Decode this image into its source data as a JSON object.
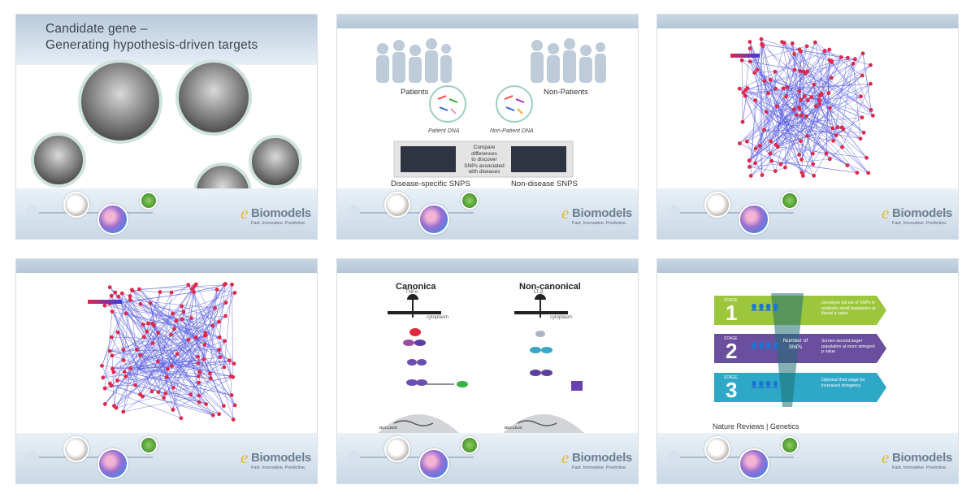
{
  "slide1": {
    "title_line1": "Candidate gene –",
    "title_line2": "Generating hypothesis-driven targets"
  },
  "slide2": {
    "patients_label": "Patients",
    "nonpatients_label": "Non-Patients",
    "patient_dna": "Patient DNA",
    "nonpatient_dna": "Non-Patient DNA",
    "compare_text": [
      "Compare",
      "differences",
      "to discover",
      "SNPs associated",
      "with diseases"
    ],
    "caption_left": "Disease-specific SNPS",
    "caption_right": "Non-disease SNPS"
  },
  "slide5": {
    "title_left": "Canonica",
    "title_right": "Non-canonical",
    "receptor_left": "TNFα",
    "receptor_right": "LT-β",
    "cytoplasm": "cytoplasm",
    "nucleus": "NUCLEUS"
  },
  "slide6": {
    "stage_word": "STAGE",
    "stages": [
      {
        "num": "1",
        "text": "Genotype full set of SNPs in relatively small population at liberal p value",
        "color": "#9cc63b"
      },
      {
        "num": "2",
        "text": "Screen second,larger population at more stringent p value",
        "color": "#6a4f9e"
      },
      {
        "num": "3",
        "text": "Optional third stage for increased stringency",
        "color": "#2fa8c8"
      }
    ],
    "cone_label": "Number of SNPs",
    "source": "Nature Reviews | Genetics"
  },
  "footer": {
    "logo_name": "Biomodels",
    "logo_tag": "Fast. Innovative. Predictive."
  },
  "colors": {
    "header": "#b4c6d8",
    "footer": "#c9d8e6",
    "node": "#e0284a",
    "edge": "#5a5fe0"
  }
}
